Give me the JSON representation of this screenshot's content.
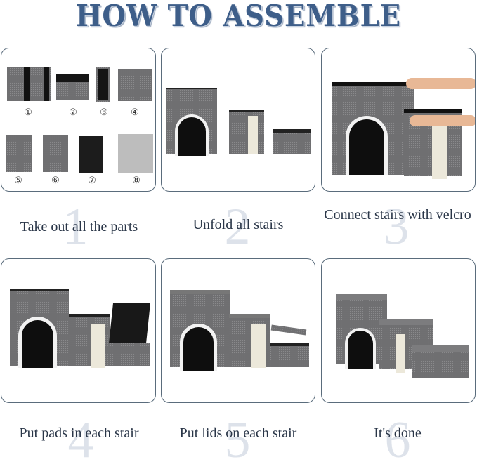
{
  "title": "HOW TO ASSEMBLE",
  "steps": [
    {
      "number": "1",
      "caption": "Take out all the parts"
    },
    {
      "number": "2",
      "caption": "Unfold all stairs"
    },
    {
      "number": "3",
      "caption": "Connect stairs with velcro"
    },
    {
      "number": "4",
      "caption": "Put pads in each stair"
    },
    {
      "number": "5",
      "caption": "Put lids on each stair"
    },
    {
      "number": "6",
      "caption": "It's done"
    }
  ],
  "parts": [
    "①",
    "②",
    "③",
    "④",
    "⑤",
    "⑥",
    "⑦",
    "⑧"
  ],
  "colors": {
    "title": "#3e5e89",
    "border": "#5a6c7c",
    "fabric": "#6f6f71",
    "caption": "#2a3648",
    "watermark_number": "#dde2ea"
  }
}
